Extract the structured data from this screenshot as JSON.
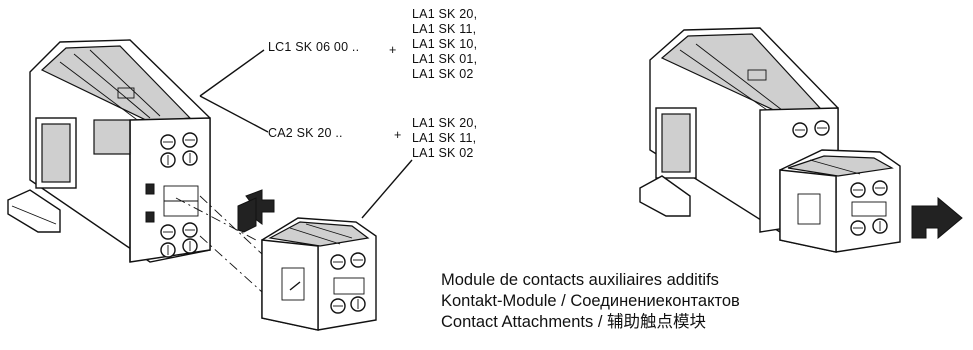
{
  "labels": {
    "lc1": "LC1 SK 06 00 ..",
    "ca2": "CA2 SK 20 ..",
    "plus1": "+",
    "plus2": "+"
  },
  "list_lc1": [
    "LA1 SK 20,",
    "LA1 SK 11,",
    "LA1 SK 10,",
    "LA1 SK 01,",
    "LA1 SK 02"
  ],
  "list_ca2": [
    "LA1 SK 20,",
    "LA1 SK 11,",
    "LA1 SK 02"
  ],
  "caption": {
    "line1": "Module de contacts auxiliaires additifs",
    "line2": "Kontakt-Module / Соединениеконтактов",
    "line3": "Contact Attachments / 辅助触点模块"
  },
  "icons": [
    "contactor-drawing",
    "contact-module-drawing",
    "assembly-arrow-icon",
    "slide-arrow-icon",
    "mounted-assembly-drawing"
  ]
}
